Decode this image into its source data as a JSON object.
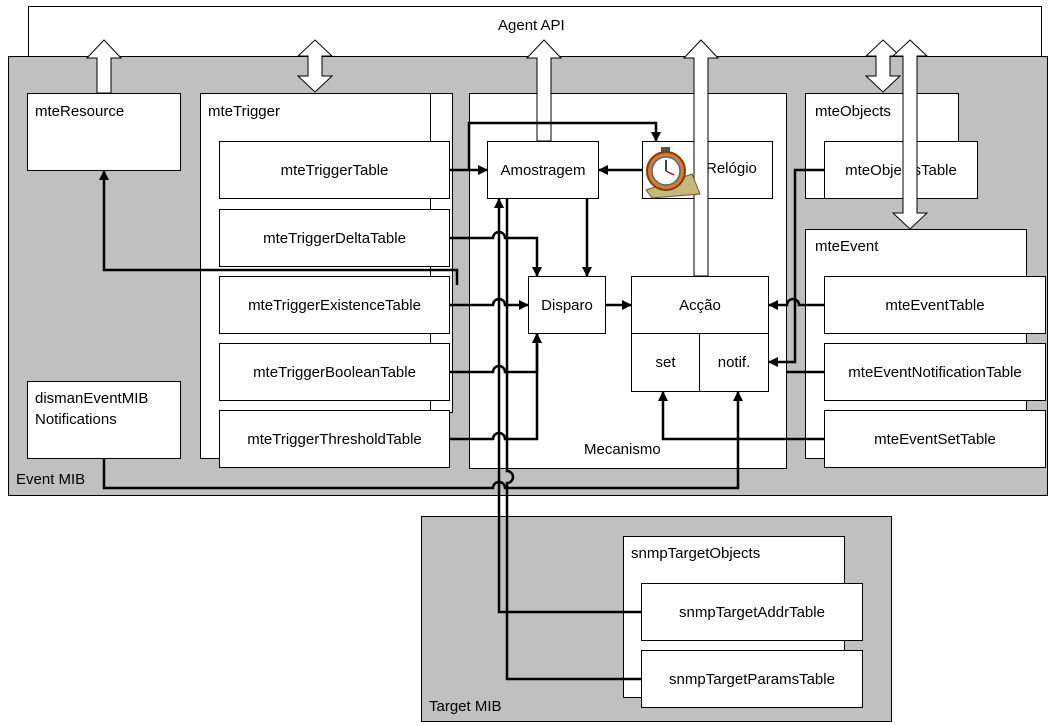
{
  "agent_api": "Agent API",
  "event_mib": {
    "label": "Event MIB",
    "mte_resource": "mteResource",
    "mte_trigger": {
      "title": "mteTrigger",
      "tables": [
        "mteTriggerTable",
        "mteTriggerDeltaTable",
        "mteTriggerExistenceTable",
        "mteTriggerBooleanTable",
        "mteTriggerThresholdTable"
      ]
    },
    "notifications": [
      "dismanEventMIB",
      "Notifications"
    ],
    "mecanismo": {
      "title": "Mecanismo",
      "amostragem": "Amostragem",
      "relogio": "Relógio",
      "disparo": "Disparo",
      "accao": "Acção",
      "set": "set",
      "notif": "notif."
    },
    "mte_objects": {
      "title": "mteObjects",
      "table": "mteObjectsTable"
    },
    "mte_event": {
      "title": "mteEvent",
      "tables": [
        "mteEventTable",
        "mteEventNotificationTable",
        "mteEventSetTable"
      ]
    }
  },
  "target_mib": {
    "label": "Target MIB",
    "snmp_target_objects": {
      "title": "snmpTargetObjects",
      "tables": [
        "snmpTargetAddrTable",
        "snmpTargetParamsTable"
      ]
    }
  }
}
